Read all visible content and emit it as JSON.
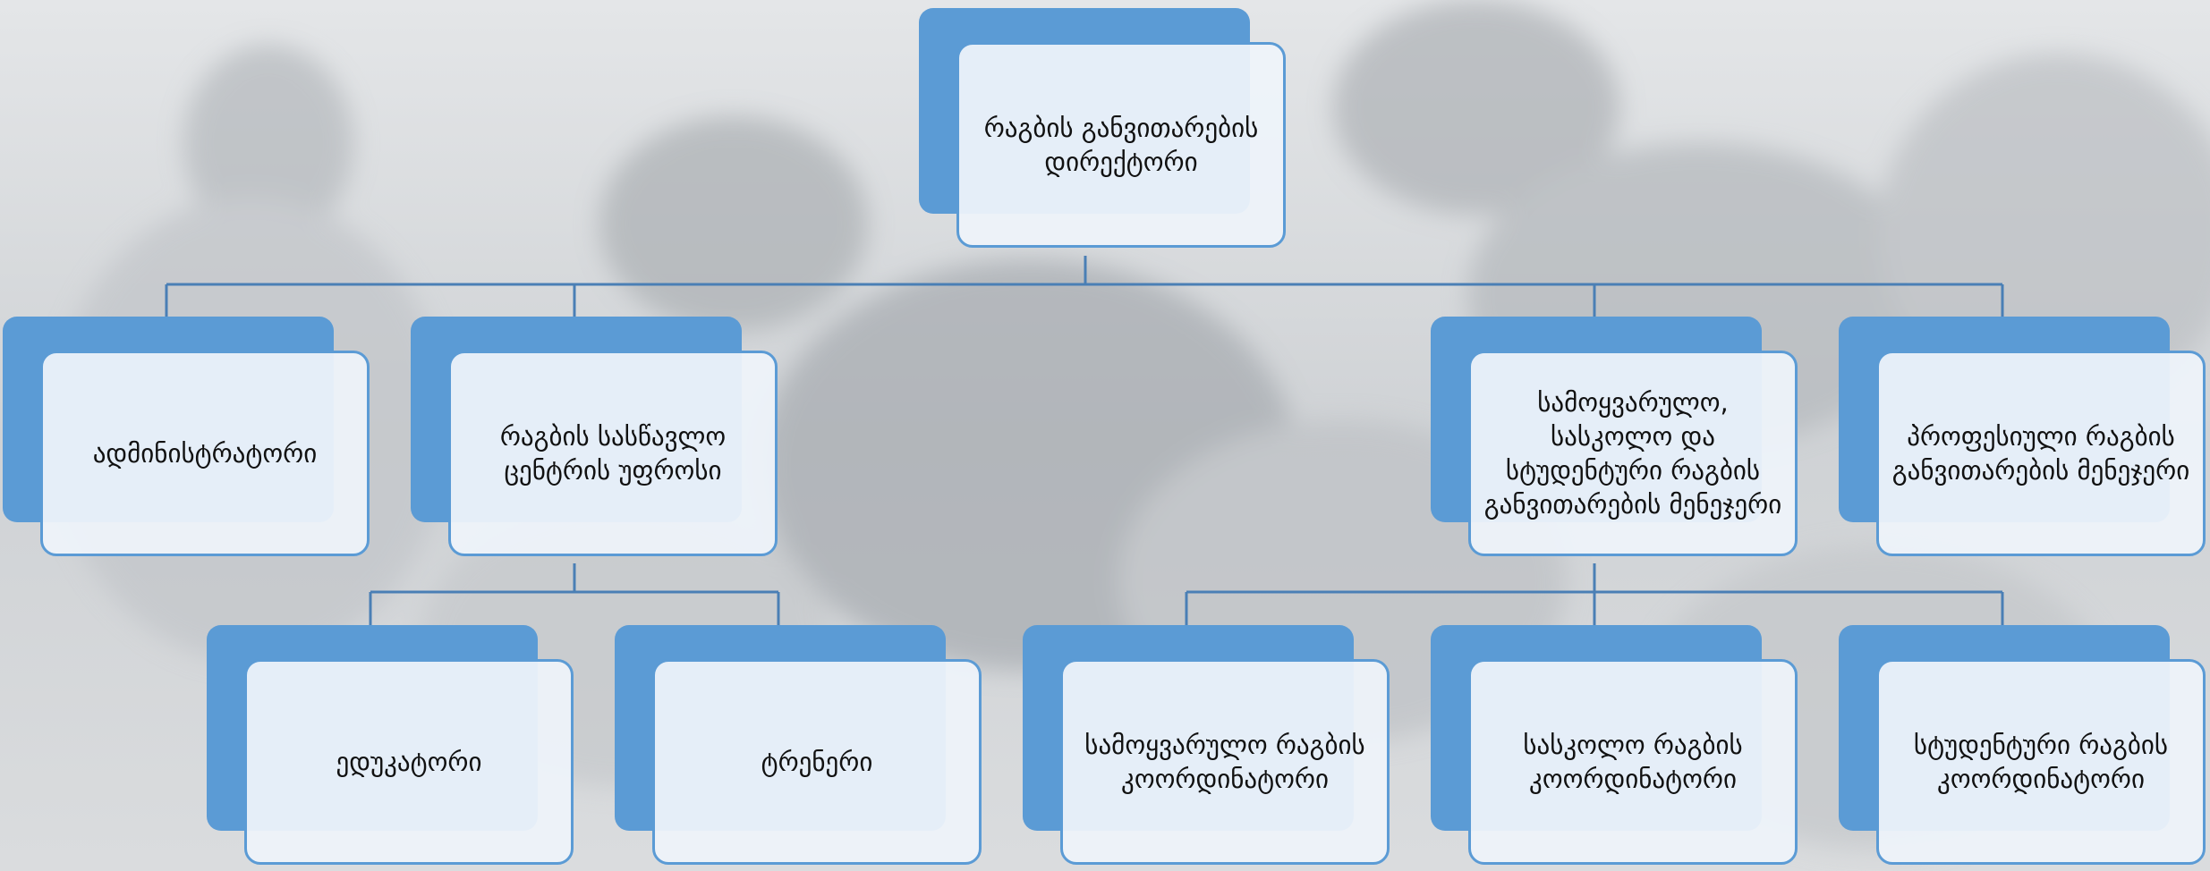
{
  "diagram": {
    "colors": {
      "accent": "#5b9bd5",
      "box_fill": "#eef3fa",
      "connector": "#4a7fb5",
      "text": "#111111"
    },
    "nodes": {
      "director": "რაგბის განვითარების დირექტორი",
      "administrator": "ადმინისტრატორი",
      "training_center_head": "რაგბის სასწავლო ცენტრის უფროსი",
      "amateur_school_student_manager": "სამოყვარულო, სასკოლო და სტუდენტური რაგბის განვითარების მენეჯერი",
      "pro_manager": "პროფესიული რაგბის განვითარების მენეჯერი",
      "educator": "ედუკატორი",
      "trainer": "ტრენერი",
      "amateur_coordinator": "სამოყვარულო რაგბის კოორდინატორი",
      "school_coordinator": "სასკოლო რაგბის კოორდინატორი",
      "student_coordinator": "სტუდენტური რაგბის კოორდინატორი"
    }
  }
}
